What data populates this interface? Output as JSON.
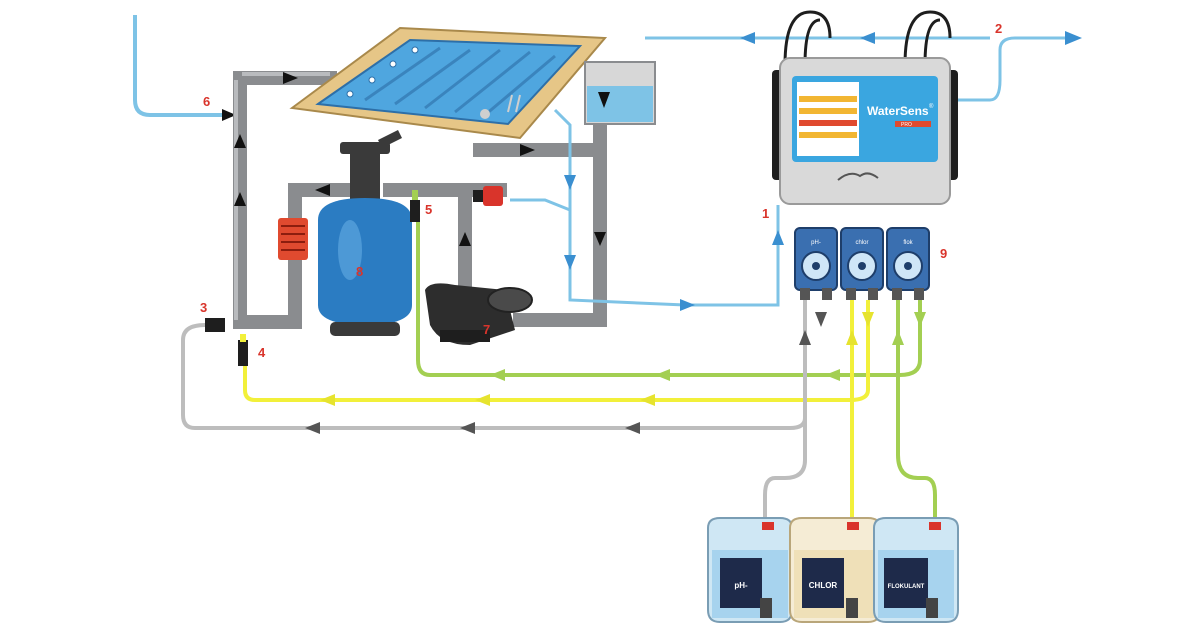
{
  "colors": {
    "pipe": "#8a8c8f",
    "pipe_light": "#b9bbbe",
    "water_line": "#7ec3e6",
    "water_arrow": "#3a8fd0",
    "yellow_line": "#f2f03a",
    "green_line": "#a3cf52",
    "gray_line": "#bdbdbd",
    "number_red": "#d9342b",
    "pool_water": "#4fa6df",
    "pool_deck": "#e6c687",
    "filter_blue": "#2b7cc2",
    "controller_screen": "#3aa6e0",
    "controller_body": "#d9d9d9"
  },
  "labels": {
    "n1": "1",
    "n2": "2",
    "n3": "3",
    "n4": "4",
    "n5": "5",
    "n6": "6",
    "n7": "7",
    "n8": "8",
    "n9": "9"
  },
  "controller": {
    "brand": "WaterSens",
    "brand_mark": "®",
    "subtitle": "PRO"
  },
  "pumps": {
    "pump1": "pH-",
    "pump2": "chlor",
    "pump3": "flok"
  },
  "canisters": {
    "c1": "pH-",
    "c2": "CHLOR",
    "c3": "FLOKULANT"
  },
  "icons": {
    "filter": "sand-filter-icon",
    "pump": "circulation-pump-icon",
    "heater": "heat-exchanger-icon",
    "controller": "controller-icon",
    "dosing": "peristaltic-pump-icon",
    "canister": "chemical-canister-icon"
  }
}
